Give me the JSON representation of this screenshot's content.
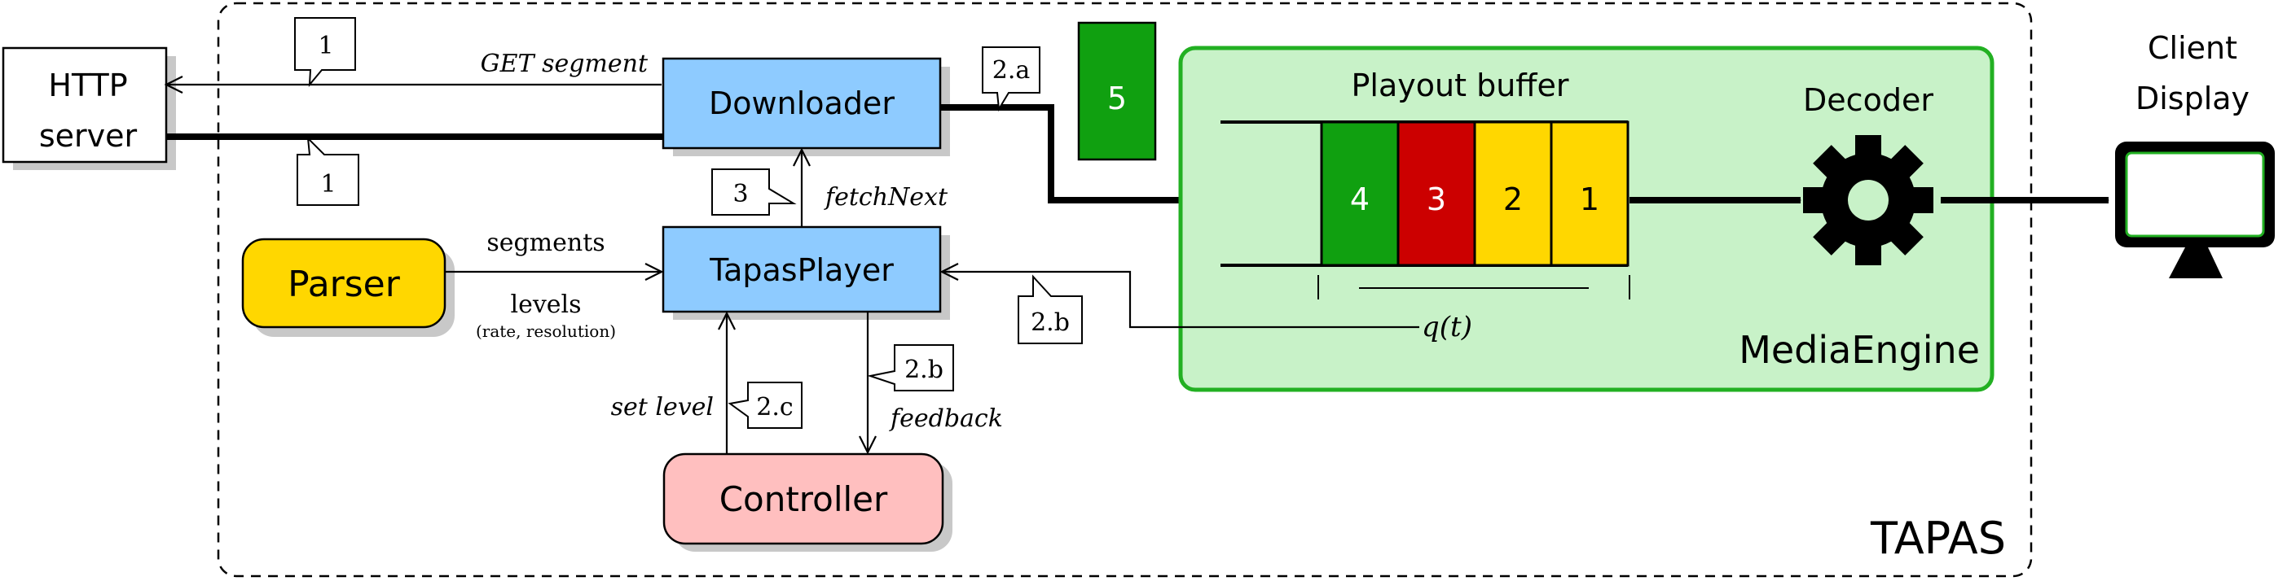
{
  "http_server": {
    "line1": "HTTP",
    "line2": "server"
  },
  "client_display": {
    "line1": "Client",
    "line2": "Display"
  },
  "tapas_label": "TAPAS",
  "downloader": {
    "label": "Downloader"
  },
  "tapas_player": {
    "label": "TapasPlayer"
  },
  "parser": {
    "label": "Parser"
  },
  "controller": {
    "label": "Controller"
  },
  "media_engine": {
    "label": "MediaEngine",
    "playout_buffer_label": "Playout buffer",
    "decoder_label": "Decoder",
    "queue_label": "q(t)"
  },
  "buffer_segments": [
    {
      "label": "4",
      "color": "#10a010"
    },
    {
      "label": "3",
      "color": "#cc0000"
    },
    {
      "label": "2",
      "color": "#ffd700"
    },
    {
      "label": "1",
      "color": "#ffd700"
    }
  ],
  "incoming_segment": {
    "label": "5",
    "color": "#10a010"
  },
  "edge_labels": {
    "get_segment": "GET segment",
    "fetch_next": "fetchNext",
    "segments": "segments",
    "levels": "levels",
    "levels_detail": "(rate, resolution)",
    "set_level": "set level",
    "feedback": "feedback"
  },
  "callouts": {
    "c1_top": "1",
    "c1_bottom": "1",
    "c2a": "2.a",
    "c3": "3",
    "c2b_left": "2.b",
    "c2b_right": "2.b",
    "c2c": "2.c"
  },
  "colors": {
    "blue_box": "#8ecbff",
    "yellow_box": "#ffd700",
    "pink_box": "#ffbfbf",
    "media_engine_fill": "#c8f2c8",
    "media_engine_border": "#22b022",
    "shadow": "#c8c8c8",
    "screen_border": "#000000",
    "screen_inner": "#22b022"
  }
}
